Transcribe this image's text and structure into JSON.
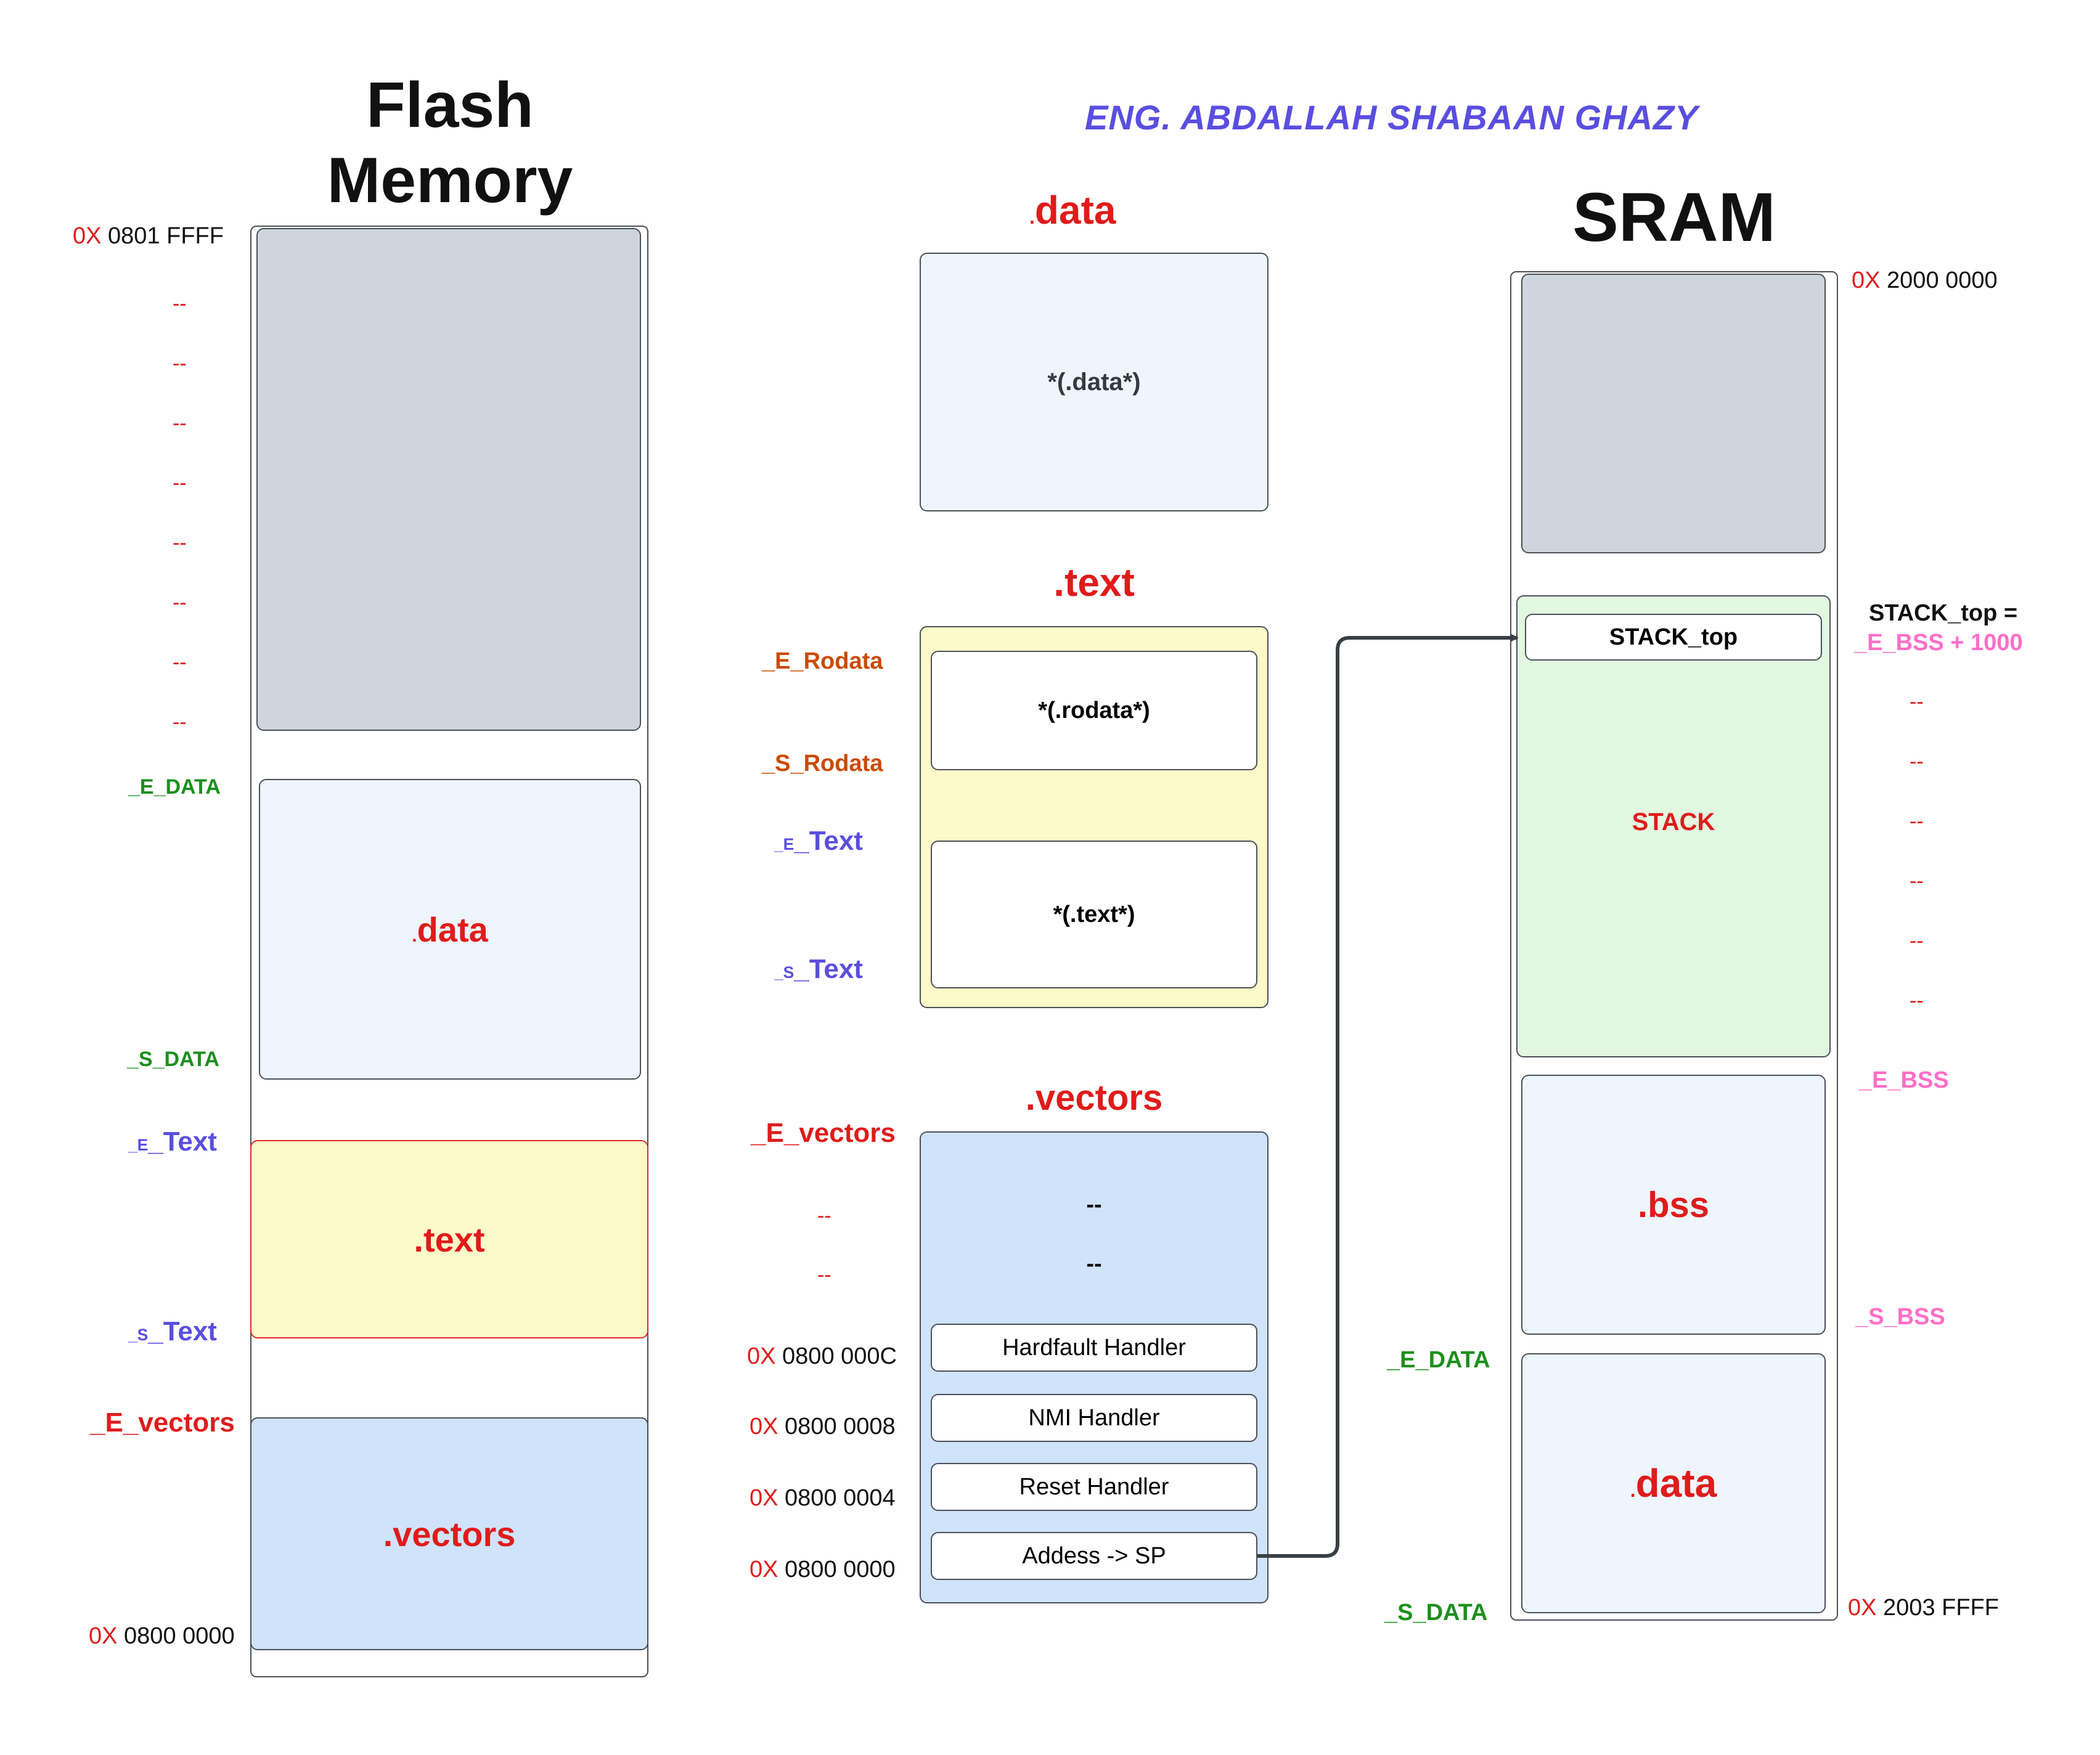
{
  "author": "ENG. ABDALLAH SHABAAN GHAZY",
  "colors": {
    "red": "#e01b1b",
    "green": "#1d8f1d",
    "purple": "#5a4ee0",
    "orange": "#cc4a00",
    "pink": "#ff6ec7",
    "gray": "#cfd5dc",
    "lightblue": "#eef5fd",
    "yellow": "#fcfac9",
    "blue": "#cfe3fb",
    "lightgreen": "#e2f8e1"
  },
  "flash": {
    "title_line1": "Flash",
    "title_line2": "Memory",
    "top_prefix": "0X",
    "top_value": " 0801 FFFF",
    "bottom_prefix": "0X",
    "bottom_value": " 0800 0000",
    "dash": "--",
    "e_data": "_E_DATA",
    "s_data": "_S_DATA",
    "e_text_u": "_E",
    "e_text": "_Text",
    "s_text_u": "_S",
    "s_text": "_Text",
    "e_vectors": "_E_vectors",
    "data_dot": ".",
    "data_label": "data",
    "text_label": ".text",
    "vectors_label": ".vectors"
  },
  "middle": {
    "data_title_dot": ".",
    "data_title": "data",
    "data_content": "*(.data*)",
    "text_title": ".text",
    "rodata_content": "*(.rodata*)",
    "text_content": "*(.text*)",
    "e_rodata": "_E_Rodata",
    "s_rodata": "_S_Rodata",
    "e_text_u": "_E",
    "e_text": "_Text",
    "s_text_u": "_S",
    "s_text": "_Text",
    "vectors_title": ".vectors",
    "e_vectors": "_E_vectors",
    "dash": "--",
    "entries": [
      {
        "prefix": "0X",
        "address": " 0800 000C",
        "label": "Hardfault Handler"
      },
      {
        "prefix": "0X",
        "address": " 0800 0008",
        "label": "NMI Handler"
      },
      {
        "prefix": "0X",
        "address": " 0800 0004",
        "label": "Reset Handler"
      },
      {
        "prefix": "0X",
        "address": " 0800 0000",
        "label": "Addess -> SP"
      }
    ]
  },
  "sram": {
    "title": "SRAM",
    "top_prefix": "0X",
    "top_value": " 2000 0000",
    "bottom_prefix": "0X",
    "bottom_value": " 2003 FFFF",
    "stack_top_box": "STACK_top",
    "stack_label": "STACK",
    "stack_top_eq": "STACK_top =",
    "stack_top_expr": "_E_BSS + 1000",
    "dash": "--",
    "e_bss": "_E_BSS",
    "s_bss": "_S_BSS",
    "e_data": "_E_DATA",
    "s_data": "_S_DATA",
    "bss_label": ".bss",
    "data_dot": ".",
    "data_label": "data"
  }
}
